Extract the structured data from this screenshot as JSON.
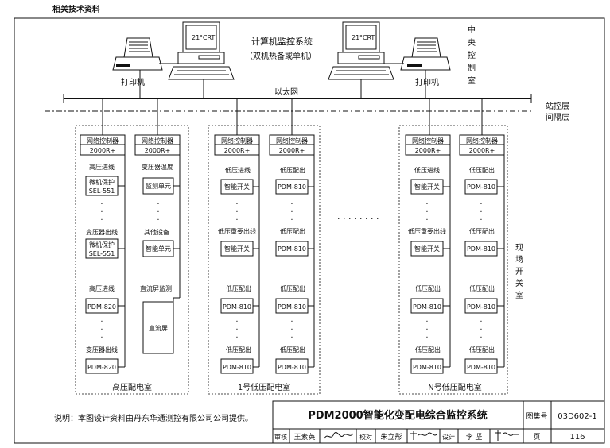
{
  "header": {
    "top_label": "相关技术资料"
  },
  "control_room": {
    "system_title": "计算机监控系统",
    "system_subtitle": "（双机热备或单机）",
    "crt_label": "21\"CRT",
    "printer_label": "打印机",
    "room_label_chars": [
      "中",
      "央",
      "控",
      "制",
      "室"
    ],
    "network_label": "以太网"
  },
  "layers": {
    "station": "站控层",
    "bay": "间隔层"
  },
  "controllers": {
    "name": "网络控制器",
    "model": "2000R+"
  },
  "hv_room": {
    "name": "高压配电室",
    "left_items": [
      "高压进线",
      "微机保护",
      "SEL-551",
      "变压器出线",
      "微机保护",
      "SEL-551",
      "高压进线",
      "PDM-820",
      "变压器出线",
      "PDM-820"
    ],
    "right_items": [
      "变压器温度",
      "监测单元",
      "其他设备",
      "智能单元",
      "直流屏监测",
      "直流屏"
    ]
  },
  "lv_room_1": {
    "name": "1号低压配电室",
    "left_items": [
      "低压进线",
      "智能开关",
      "低压重要出线",
      "智能开关",
      "低压配出",
      "PDM-810",
      "低压配出",
      "PDM-810"
    ],
    "right_items": [
      "低压配出",
      "PDM-810",
      "低压配出",
      "PDM-810",
      "低压配出",
      "PDM-810",
      "低压配出",
      "PDM-810"
    ]
  },
  "lv_room_n": {
    "name": "N号低压配电室",
    "left_items": [
      "低压进线",
      "智能开关",
      "低压重要出线",
      "智能开关",
      "低压配出",
      "PDM-810",
      "低压配出",
      "PDM-810"
    ],
    "right_items": [
      "低压配出",
      "PDM-810",
      "低压配出",
      "PDM-810",
      "低压配出",
      "PDM-810",
      "低压配出",
      "PDM-810"
    ]
  },
  "ellipsis": "· · · · · · · ·",
  "switch_room_chars": [
    "现",
    "场",
    "开",
    "关",
    "室"
  ],
  "note": "说明：本图设计资料由丹东华通测控有限公司公司提供。",
  "title_block": {
    "title": "PDM2000智能化变配电综合监控系统",
    "atlas_label": "图集号",
    "atlas_no": "03D602-1",
    "page_label": "页",
    "page_no": "116",
    "review_label": "审核",
    "reviewer": "王素英",
    "check_label": "校对",
    "checker": "朱立彤",
    "design_label": "设计",
    "designer": "李 坚"
  }
}
